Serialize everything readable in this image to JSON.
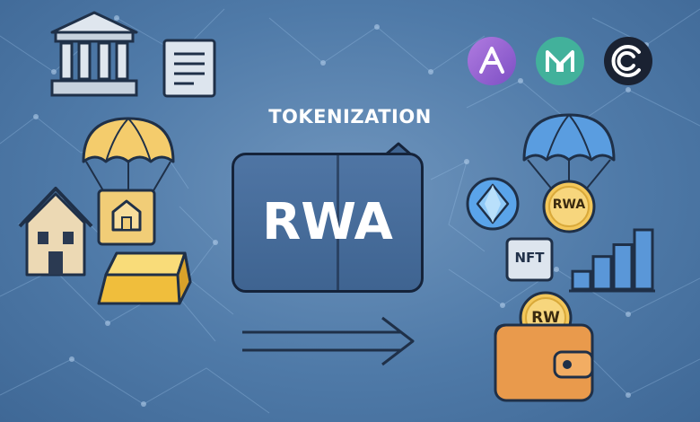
{
  "banner": {
    "title": "TOKENIZATION",
    "center_label": "RWA",
    "coin_label": "RWA",
    "wallet_coin_label": "RW",
    "nft_label": "NFT"
  },
  "logos": [
    "aave-logo",
    "maker-logo",
    "centrifuge-logo"
  ],
  "colors": {
    "background": "#4f7aa8",
    "card": "#46699a",
    "gold": "#f3c75a",
    "wallet": "#e99a4c",
    "chart": "#5a97d8",
    "aave": "#9a5fd0",
    "maker": "#3fb09a",
    "centrifuge": "#1a2232"
  },
  "icons": [
    "bank-icon",
    "document-icon",
    "parachute-icon",
    "house-icon",
    "gold-bar-icon",
    "diamond-icon",
    "nft-icon",
    "bar-chart-icon",
    "wallet-icon",
    "arrow-right-icon"
  ],
  "chart_levels": [
    0.3,
    0.55,
    0.75,
    1.0
  ]
}
